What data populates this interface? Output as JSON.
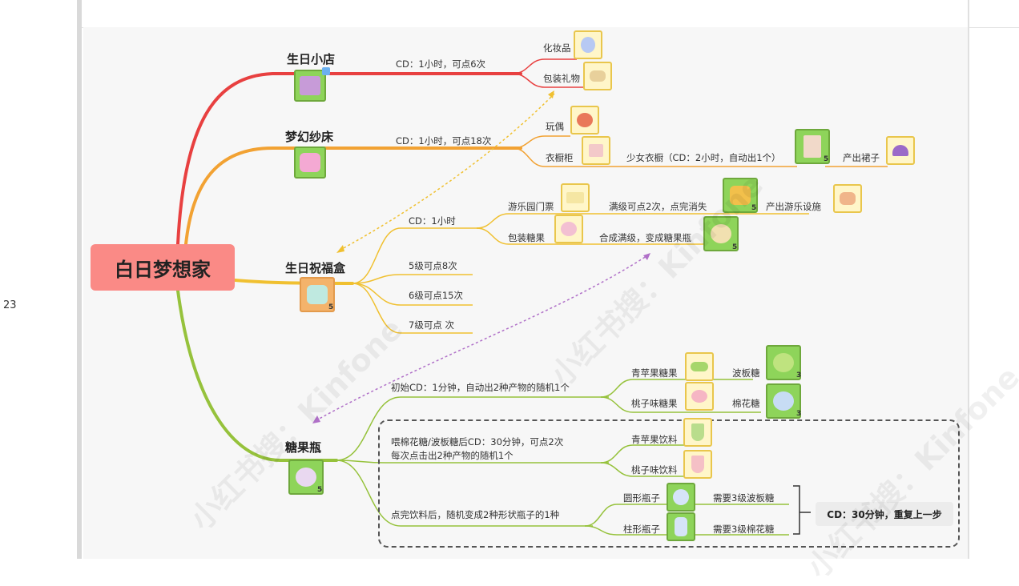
{
  "row_number": "23",
  "root": {
    "label": "白日梦想家",
    "color": "#fa8a86"
  },
  "colors": {
    "shop": "#e84040",
    "bed": "#f2a233",
    "box": "#f0c030",
    "bottle": "#96c23c",
    "dotted_orange": "#f0c030",
    "dotted_purple": "#b070c8"
  },
  "shop": {
    "title": "生日小店",
    "icon": "shop-icon",
    "cd": "CD：1小时，可点6次",
    "items": [
      {
        "label": "化妆品",
        "icon": "mirror-icon"
      },
      {
        "label": "包装礼物",
        "icon": "gift-wrap-icon"
      }
    ]
  },
  "bed": {
    "title": "梦幻纱床",
    "icon": "canopy-bed-icon",
    "cd": "CD：1小时，可点18次",
    "items": [
      {
        "label": "玩偶",
        "icon": "plush-toy-icon"
      },
      {
        "label": "衣橱柜",
        "icon": "wardrobe-icon"
      }
    ],
    "wardrobe_note": "少女衣橱（CD：2小时，自动出1个）",
    "wardrobe_level": "5",
    "output_label": "产出裙子",
    "output_icon": "skirt-icon"
  },
  "box": {
    "title": "生日祝福盒",
    "icon": "blessing-box-icon",
    "level": "5",
    "cd": "CD：1小时",
    "items": [
      {
        "label": "游乐园门票",
        "icon": "ticket-icon"
      },
      {
        "label": "包装糖果",
        "icon": "candy-bag-icon"
      }
    ],
    "ticket_note": "满级可点2次，点完消失",
    "ticket_level": "5",
    "ticket_output": "产出游乐设施",
    "candy_note": "合成满级，变成糖果瓶",
    "candy_level": "5",
    "levels": [
      "5级可点8次",
      "6级可点15次",
      "7级可点 次"
    ]
  },
  "bottle": {
    "title": "糖果瓶",
    "icon": "candy-jar-icon",
    "level": "5",
    "initial_cd": "初始CD：1分钟，自动出2种产物的随机1个",
    "initial_items": [
      {
        "label": "青苹果糖果",
        "icon": "green-candy-icon",
        "result": "波板糖",
        "result_icon": "lollipop-icon",
        "result_level": "3"
      },
      {
        "label": "桃子味糖果",
        "icon": "peach-candy-icon",
        "result": "棉花糖",
        "result_icon": "cotton-candy-icon",
        "result_level": "3"
      }
    ],
    "fed_cd_line1": "喂棉花糖/波板糖后CD：30分钟，可点2次",
    "fed_cd_line2": "每次点击出2种产物的随机1个",
    "drinks": [
      {
        "label": "青苹果饮料",
        "icon": "green-drink-icon"
      },
      {
        "label": "桃子味饮料",
        "icon": "peach-drink-icon"
      }
    ],
    "after_drink": "点完饮料后，随机变成2种形状瓶子的1种",
    "jars": [
      {
        "label": "圆形瓶子",
        "icon": "round-jar-icon",
        "need": "需要3级波板糖"
      },
      {
        "label": "柱形瓶子",
        "icon": "tall-jar-icon",
        "need": "需要3级棉花糖"
      }
    ],
    "cd_repeat": "CD：30分钟，重复上一步"
  },
  "watermarks": [
    "小红书搜：Kinfone",
    "小红书搜：Kinfone",
    "小红书搜：Kinfone"
  ]
}
